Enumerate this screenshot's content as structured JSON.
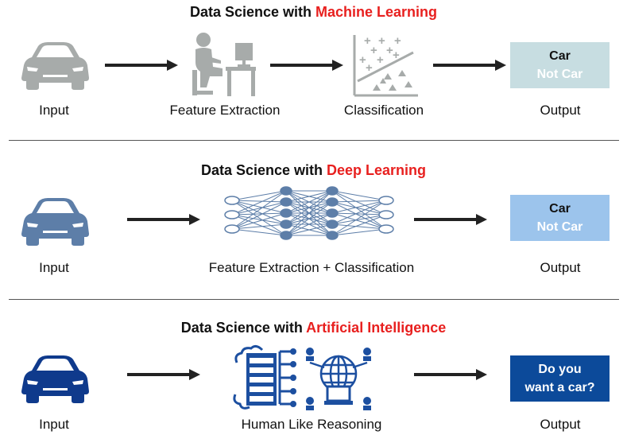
{
  "sections": [
    {
      "title_prefix": "Data Science with ",
      "title_accent": "Machine Learning",
      "input_label": "Input",
      "step1_label": "Feature Extraction",
      "step2_label": "Classification",
      "output_label": "Output",
      "output_line1": "Car",
      "output_line2": "Not Car"
    },
    {
      "title_prefix": "Data Science with ",
      "title_accent": "Deep Learning",
      "input_label": "Input",
      "step_label": "Feature Extraction + Classification",
      "output_label": "Output",
      "output_line1": "Car",
      "output_line2": "Not Car"
    },
    {
      "title_prefix": "Data Science with ",
      "title_accent": "Artificial Intelligence",
      "input_label": "Input",
      "step_label": "Human Like Reasoning",
      "output_label": "Output",
      "output_line1": "Do you",
      "output_line2": "want a car?"
    }
  ],
  "colors": {
    "accent": "#e8201f",
    "ml_car": "#a7abaa",
    "dl_car": "#5d7ea8",
    "ai_car": "#0f3a8c",
    "ml_box": "#c7dde1",
    "dl_box": "#9cc4ec",
    "ai_box": "#0c4a9a",
    "ai_icon": "#1c4fa0"
  },
  "icons": [
    "car-icon",
    "worker-at-desk-icon",
    "classification-plot-icon",
    "neural-network-icon",
    "server-cloud-icon",
    "globe-network-icon"
  ]
}
